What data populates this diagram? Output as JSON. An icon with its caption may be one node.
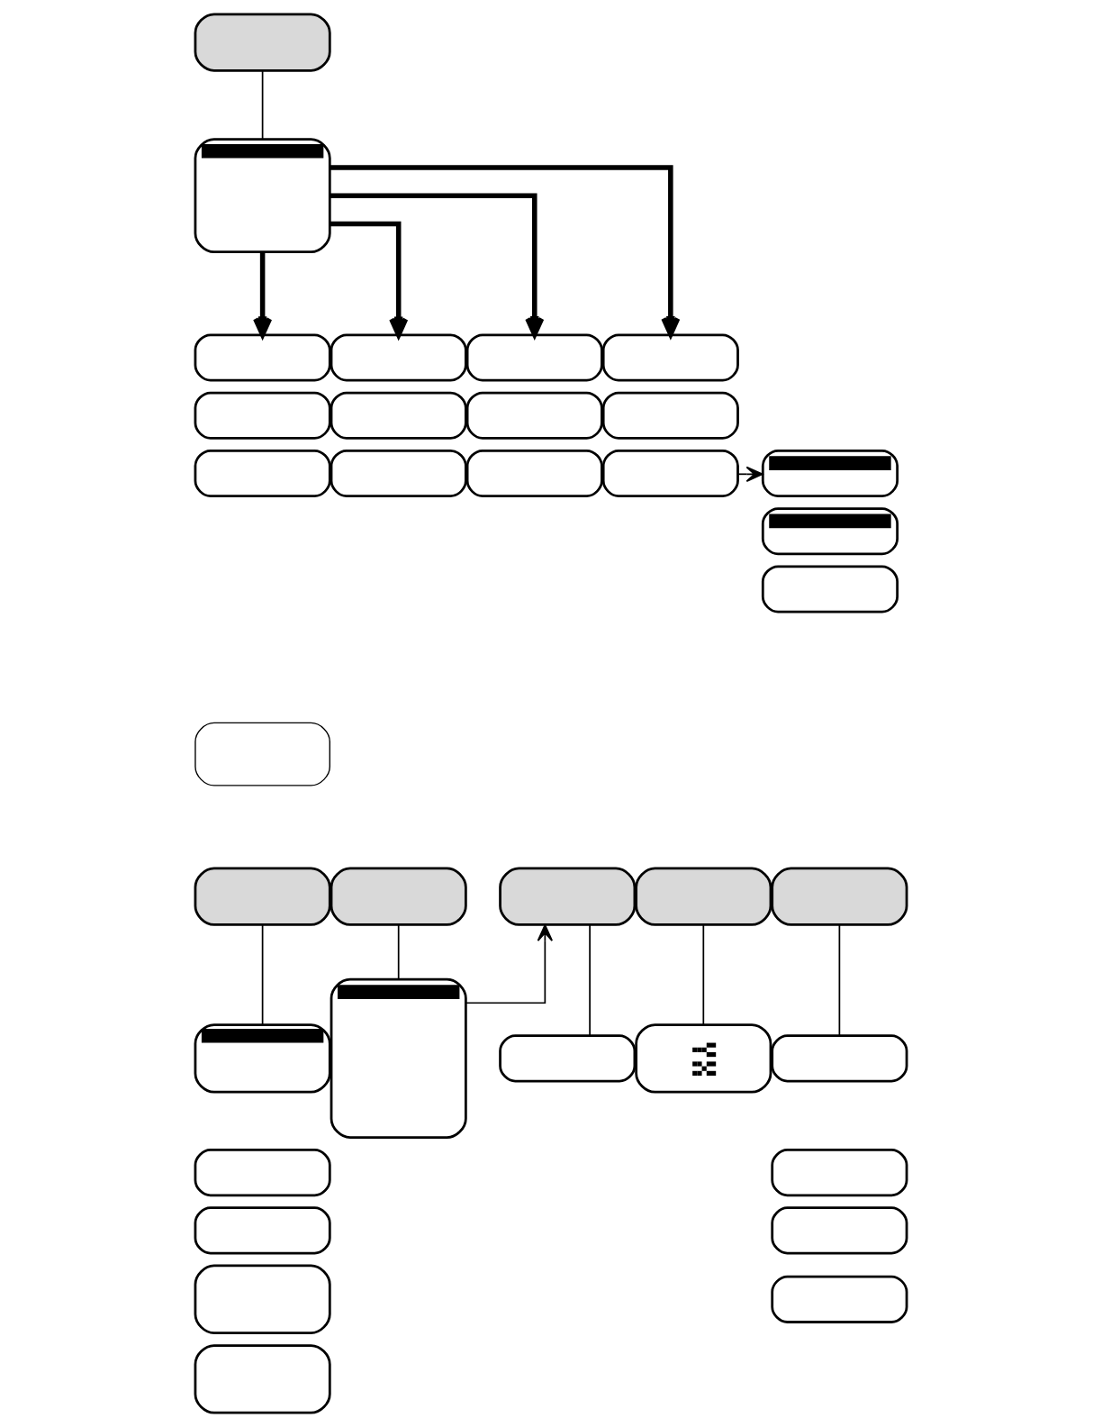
{
  "diagram": {
    "nodes": [
      {
        "text": [],
        "shape": "box"
      },
      {
        "text": [],
        "shape": "box"
      },
      {
        "text": [],
        "shape": "box"
      },
      {
        "text": [],
        "shape": "box"
      },
      {
        "text": [],
        "shape": "box"
      },
      {
        "text": [],
        "shape": "box"
      },
      {
        "text": [],
        "shape": "box"
      },
      {
        "text": [],
        "shape": "box"
      },
      {
        "text": [],
        "shape": "box"
      },
      {
        "text": [],
        "shape": "box"
      },
      {
        "text": [],
        "shape": "box"
      },
      {
        "text": [],
        "shape": "box"
      },
      {
        "text": [],
        "shape": "box"
      },
      {
        "text": [],
        "shape": "box"
      },
      {
        "text": [],
        "shape": "box"
      },
      {
        "text": [],
        "shape": "box"
      },
      {
        "text": [],
        "shape": "box"
      },
      {
        "text": [],
        "shape": "box"
      },
      {
        "text": [],
        "shape": "box"
      },
      {
        "text": [],
        "shape": "box"
      },
      {
        "text": [],
        "shape": "box"
      },
      {
        "text": [],
        "shape": "box"
      },
      {
        "text": [],
        "shape": "box"
      },
      {
        "text": [],
        "shape": "box"
      },
      {
        "text": [],
        "shape": "box"
      },
      {
        "text": [],
        "shape": "box"
      },
      {
        "text": [],
        "shape": "box"
      },
      {
        "text": [],
        "shape": "box"
      },
      {
        "text": [],
        "shape": "box"
      },
      {
        "text": [],
        "shape": "box"
      },
      {
        "text": [],
        "shape": "picture"
      },
      {
        "text": [],
        "shape": "box"
      },
      {
        "text": [],
        "shape": "box"
      },
      {
        "text": [],
        "shape": "box"
      },
      {
        "text": [],
        "shape": "box"
      }
    ],
    "edges": [
      {
        "from": 0,
        "to": 1,
        "arrow": "none"
      },
      {
        "from": 1,
        "to": 2,
        "arrow": "to",
        "style": "thick"
      },
      {
        "from": 1,
        "to": 3,
        "arrow": "to",
        "style": "thick"
      },
      {
        "from": 1,
        "to": 4,
        "arrow": "to",
        "style": "thick"
      },
      {
        "from": 1,
        "to": 5,
        "arrow": "to",
        "style": "thick"
      },
      {
        "from": 13,
        "to": 14,
        "arrow": "to"
      },
      {
        "from": 18,
        "to": 20,
        "arrow": "none"
      },
      {
        "from": 19,
        "to": 25,
        "arrow": "none"
      },
      {
        "from": 25,
        "to": 26,
        "arrow": "to"
      },
      {
        "from": 26,
        "to": 29,
        "arrow": "none"
      },
      {
        "from": 27,
        "to": 30,
        "arrow": "none"
      },
      {
        "from": 28,
        "to": 31,
        "arrow": "none"
      }
    ]
  }
}
